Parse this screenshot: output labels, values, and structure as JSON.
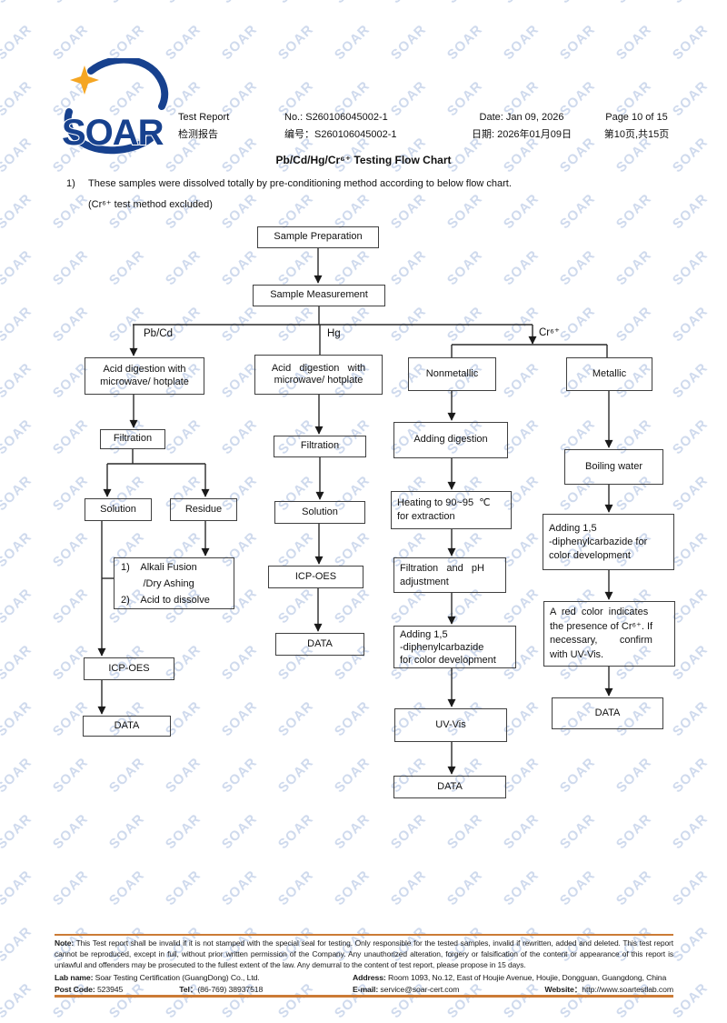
{
  "header": {
    "logo_text": "SOAR",
    "report_label_en": "Test Report",
    "report_label_zh": "检测报告",
    "no_en": "No.: S260106045002-1",
    "no_zh": "编号：S260106045002-1",
    "date_en": "Date: Jan 09, 2026",
    "date_zh": "日期: 2026年01月09日",
    "page_en": "Page 10 of 15",
    "page_zh": "第10页,共15页"
  },
  "title": "Pb/Cd/Hg/Cr⁶⁺ Testing Flow Chart",
  "intro": {
    "item_no": "1)",
    "line1": "These samples were dissolved totally by pre-conditioning method according to below flow chart.",
    "line2": "(Cr⁶⁺ test method excluded)"
  },
  "flowchart": {
    "branch_labels": {
      "pbcd": "Pb/Cd",
      "hg": "Hg",
      "cr6": "Cr⁶⁺"
    },
    "nodes": {
      "sample_prep": "Sample Preparation",
      "sample_meas": "Sample Measurement",
      "acid1": "Acid digestion with\nmicrowave/ hotplate",
      "acid2": "Acid   digestion   with\nmicrowave/ hotplate",
      "nonmetallic": "Nonmetallic",
      "metallic": "Metallic",
      "filtration1": "Filtration",
      "solution1": "Solution",
      "residue1": "Residue",
      "alkali": "1)    Alkali Fusion\n        /Dry Ashing\n2)    Acid to dissolve",
      "icpoes1": "ICP-OES",
      "data1": "DATA",
      "filtration2": "Filtration",
      "solution2": "Solution",
      "icpoes2": "ICP-OES",
      "data2": "DATA",
      "adding_digestion": "Adding digestion",
      "heating": "Heating to 90~95  ℃\nfor extraction",
      "filtration_ph": "Filtration   and   pH\nadjustment",
      "adding15_nm": "Adding 1,5\n-diphenylcarbazide\nfor color development",
      "uvvis": "UV-Vis",
      "data3": "DATA",
      "boiling": "Boiling water",
      "adding15_m": "Adding 1,5\n-diphenylcarbazide for\ncolor development",
      "redcolor": "A  red  color  indicates\nthe presence of Cr⁶⁺. If\nnecessary,        confirm\nwith UV-Vis.",
      "data4": "DATA"
    }
  },
  "footer": {
    "note_label": "Note:",
    "note_body": " This Test report shall be invalid if it is not stamped with the special seal for testing. Only responsible for the tested samples, invalid if rewritten, added and deleted. This test report cannot be reproduced, except in full, without prior written permission of the Company.   Any unauthorized alteration, forgery or falsification of the content or appearance of this report is unlawful and offenders may be prosecuted to the fullest extent of the law. Any demurral to the content of test report, please propose in 15 days.",
    "lab_name_label": "Lab name:",
    "lab_name": " Soar Testing Certification (GuangDong) Co., Ltd.",
    "post_code_label": "Post Code:",
    "post_code": " 523945",
    "tel_label": "Tel：",
    "tel": "(86-769) 38937518",
    "address_label": "Address:",
    "address": " Room 1093, No.12, East of Houjie Avenue, Houjie, Dongguan, Guangdong, China",
    "email_label": "E-mail:",
    "email": " service@soar-cert.com",
    "website_label": "Website：",
    "website": "http://www.soartestlab.com"
  },
  "watermark": {
    "text": "SOAR",
    "color": "rgba(177,196,226,0.62)"
  },
  "colors": {
    "logo_blue": "#17418e",
    "star_orange": "#f5a623",
    "footer_line_orange": "#cb7b36",
    "box_border": "#3f3f3f"
  }
}
